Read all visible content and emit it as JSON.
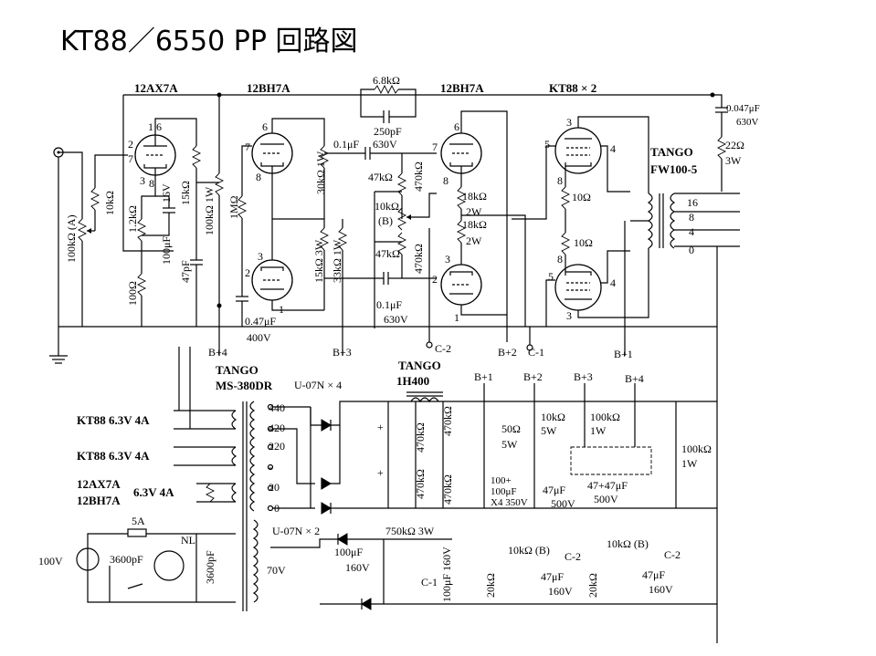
{
  "title": "KT88／6550  PP  回路図",
  "tubes": {
    "v1": "12AX7A",
    "v2": "12BH7A",
    "v3": "12BH7A",
    "v4": "KT88 × 2"
  },
  "output_transformer": {
    "maker": "TANGO",
    "model": "FW100-5",
    "taps": [
      "16",
      "8",
      "4",
      "0"
    ]
  },
  "power_transformer": {
    "maker": "TANGO",
    "model": "MS-380DR",
    "taps": [
      "440",
      "420",
      "220",
      "-",
      "20",
      "0"
    ],
    "tap_70v": "70V"
  },
  "choke": {
    "maker": "TANGO",
    "model": "1H400"
  },
  "heaters": {
    "kt88_a": "KT88 6.3V 4A",
    "kt88_b": "KT88 6.3V 4A",
    "small_1": "12AX7A",
    "small_2": "12BH7A",
    "small_v": "6.3V 4A"
  },
  "rectifiers": {
    "main": "U-07N × 4",
    "bias": "U-07N × 2"
  },
  "mains": {
    "voltage": "100V",
    "fuse": "5A",
    "c1": "3600pF",
    "c2": "3600pF",
    "lamp": "NL"
  },
  "supply_labels": {
    "b1": "B+1",
    "b2": "B+2",
    "b3": "B+3",
    "b4": "B+4",
    "c1": "C-1",
    "c2": "C-2"
  },
  "components": {
    "r_fb": "6.8kΩ",
    "c_fb": "250pF",
    "c_out": "0.047μF",
    "v_out": "630V",
    "r_out": "22Ω",
    "p_out": "3W",
    "vol": "100kΩ (A)",
    "r_grid1": "10kΩ",
    "r_k1": "1.2kΩ",
    "c_k1": "16V",
    "c_k1b": "100μF",
    "r_plate1": "15kΩ",
    "r_dec1": "100kΩ 1W",
    "r_100": "100Ω",
    "c_47p": "47pF",
    "r_1m": "1MΩ",
    "r_30k": "30kΩ 1W",
    "c_cpl": "0.1μF",
    "v_cpl": "630V",
    "r_47k_a": "47kΩ",
    "r_470k_a": "470kΩ",
    "bal": "10kΩ",
    "bal_b": "(B)",
    "r_47k_b": "47kΩ",
    "r_470k_b": "470kΩ",
    "r_15k_3w": "15kΩ 3W",
    "r_33k": "33kΩ 1W",
    "c_047": "0.47μF",
    "v_047": "400V",
    "c_cpl2": "0.1μF",
    "v_cpl2": "630V",
    "r_18k_a": "18kΩ",
    "p_18k_a": "2W",
    "r_18k_b": "18kΩ",
    "p_18k_b": "2W",
    "r_g_a": "10Ω",
    "r_g_b": "10Ω",
    "r_470_1": "470kΩ",
    "r_470_2": "470kΩ",
    "r_470_3": "470kΩ",
    "r_470_4": "470kΩ",
    "r_50": "50Ω",
    "p_50": "5W",
    "r_10k5": "10kΩ",
    "p_10k5": "5W",
    "r_100k1": "100kΩ",
    "p_100k1": "1W",
    "c_100_4": "100+",
    "c_100_4b": "100μF",
    "c_100_4c": "X4 350V",
    "c_47_500": "47μF",
    "v_47_500": "500V",
    "c_47_47": "47+47μF",
    "v_47_47": "500V",
    "r_100k_bl": "100kΩ",
    "p_100k_bl": "1W",
    "r_750k": "750kΩ 3W",
    "c_bias": "100μF",
    "v_bias": "160V",
    "c_bias2": "100μF 160V",
    "r_20k_a": "20kΩ",
    "r_10k_b": "10kΩ (B)",
    "c_47_160a": "47μF",
    "v_47_160a": "160V",
    "r_20k_b": "20kΩ",
    "r_10k_b2": "10kΩ (B)",
    "c_47_160b": "47μF",
    "v_47_160b": "160V"
  },
  "pins": {
    "v1_16": "1 6",
    "v1_2": "2",
    "v1_7": "7",
    "v1_3": "3",
    "v1_8": "8",
    "v2a_6": "6",
    "v2a_7": "7",
    "v2a_8": "8",
    "v2b_3": "3",
    "v2b_2": "2",
    "v2b_1": "1",
    "v3a_6": "6",
    "v3a_7": "7",
    "v3a_8": "8",
    "v3b_3": "3",
    "v3b_2": "2",
    "v3b_1": "1",
    "v4a_3": "3",
    "v4a_5": "5",
    "v4a_4": "4",
    "v4a_8": "8",
    "v4b_8": "8",
    "v4b_5": "5",
    "v4b_4": "4",
    "v4b_3": "3"
  }
}
